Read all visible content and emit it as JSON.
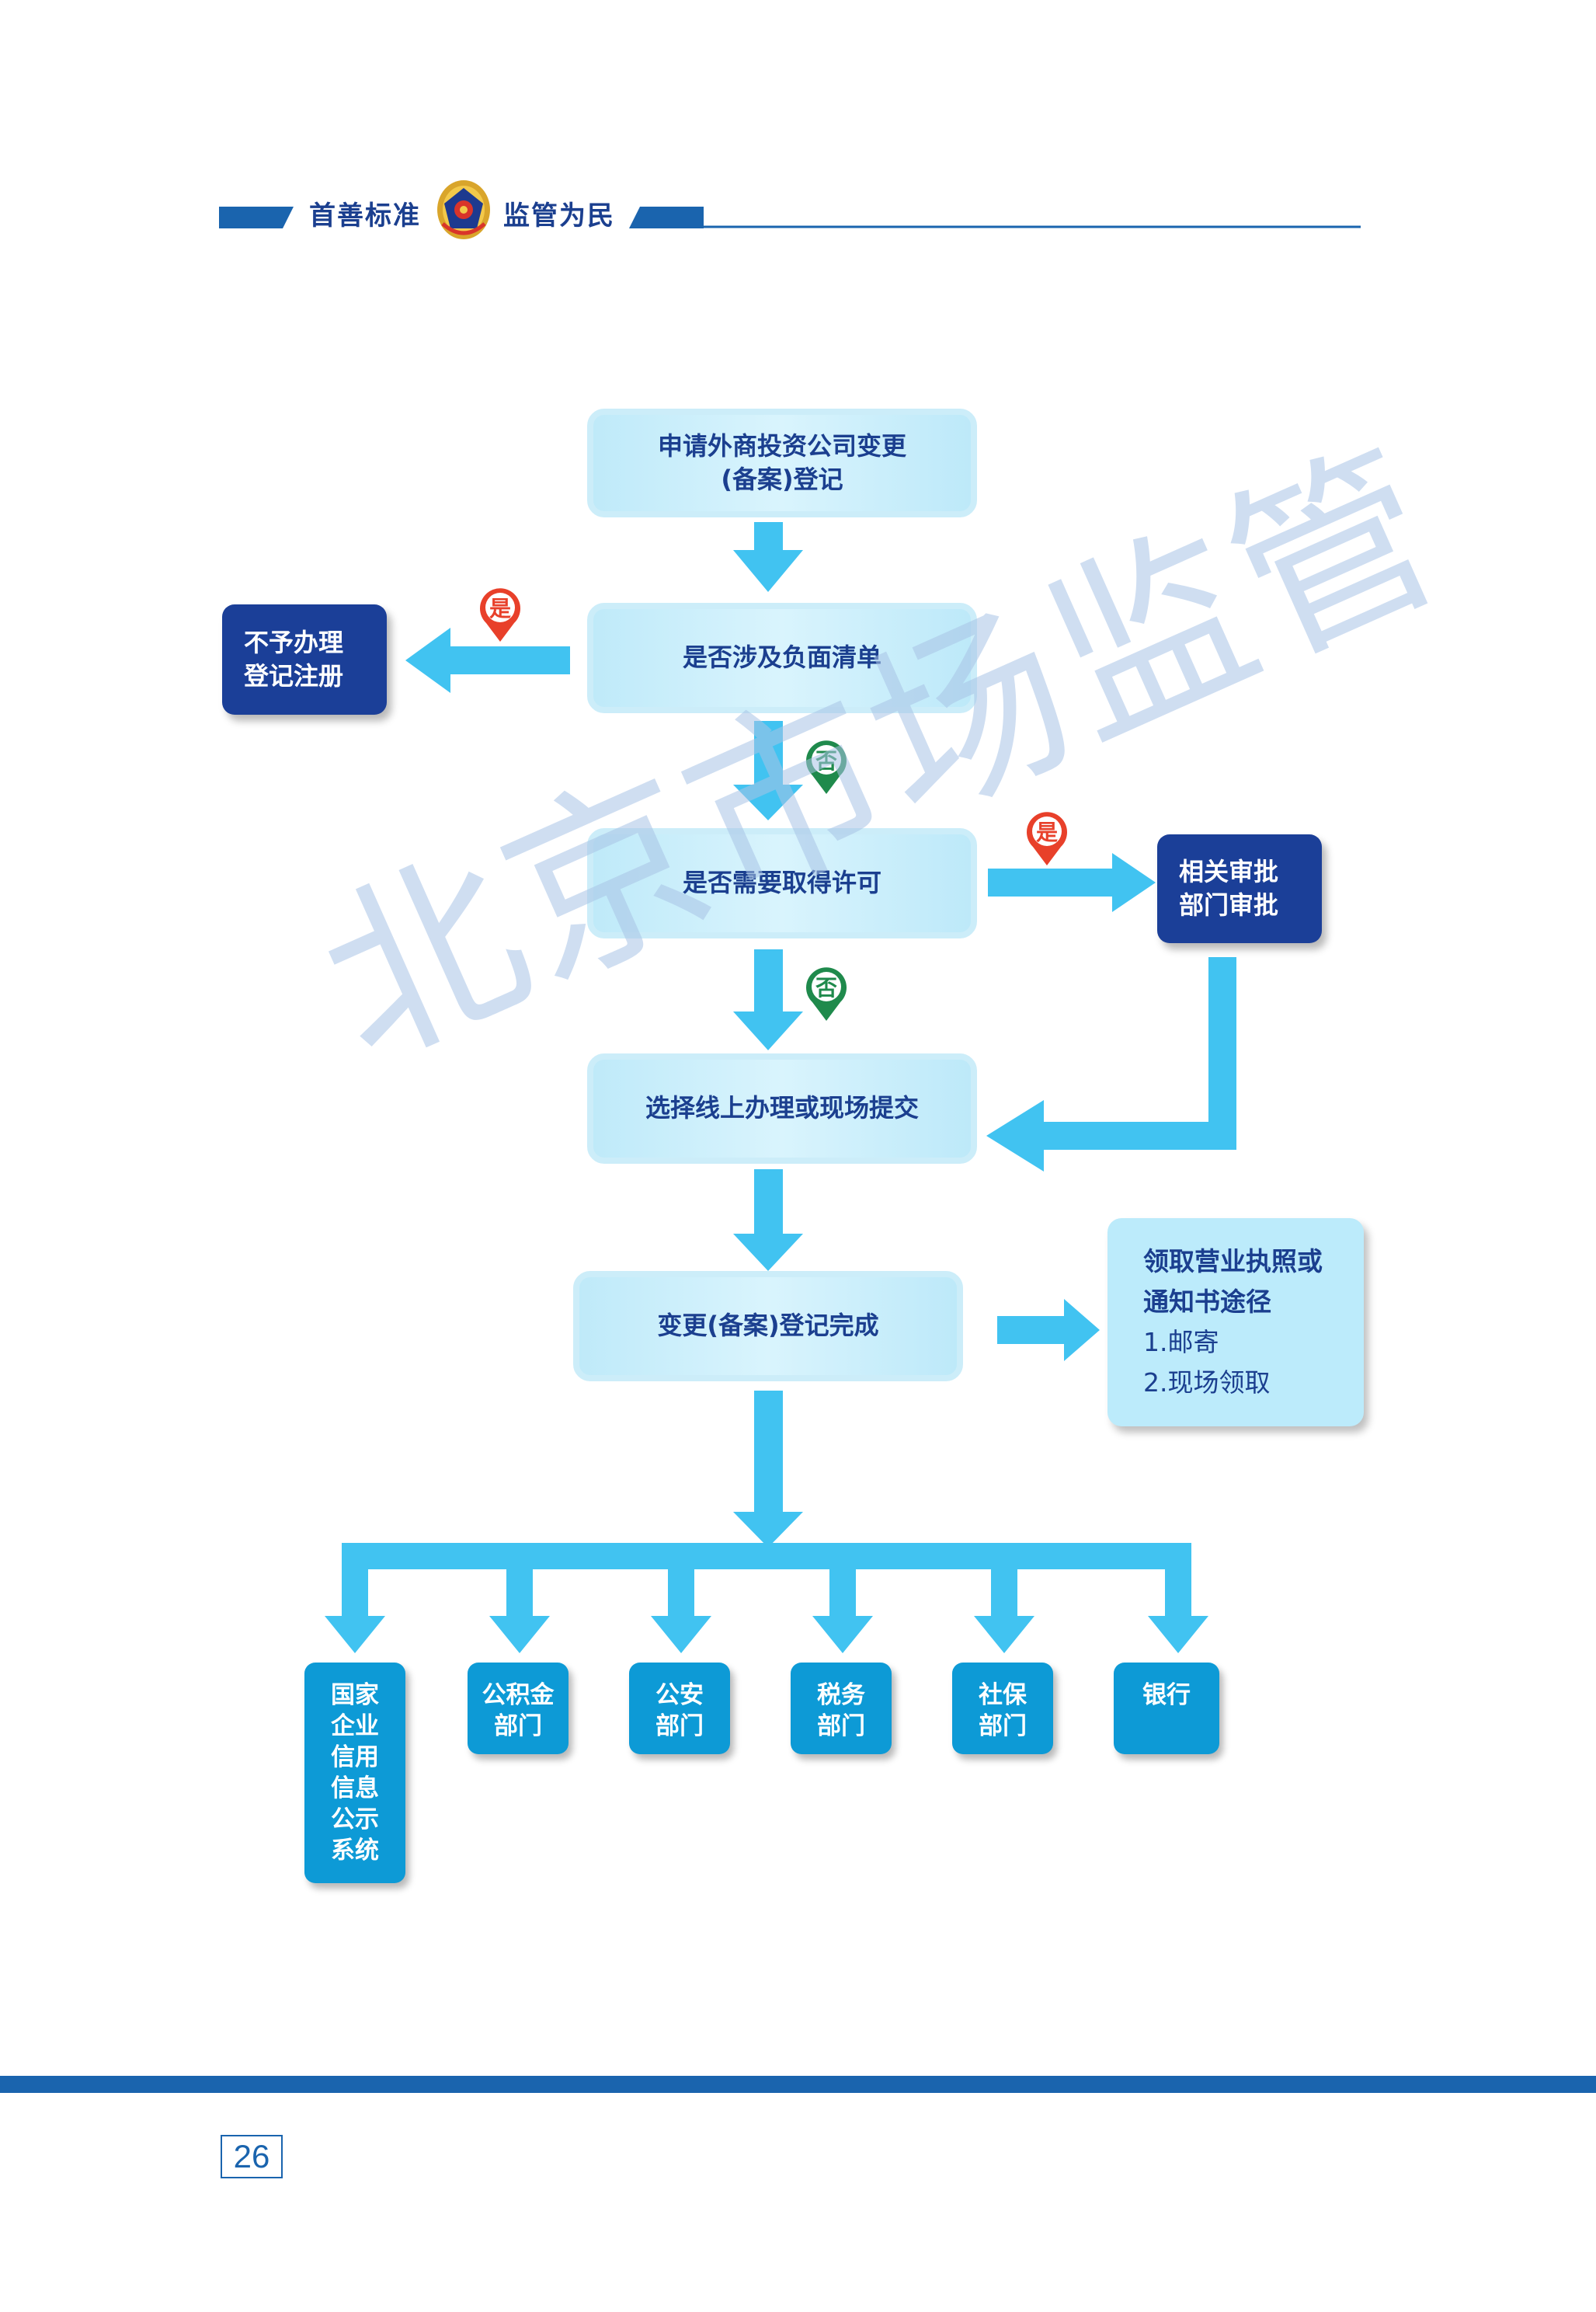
{
  "header": {
    "left_slogan": "首善标准",
    "right_slogan": "监管为民"
  },
  "flow": {
    "apply": "申请外商投资公司变更\n(备案)登记",
    "negative_list": "是否涉及负面清单",
    "reject": "不予办理\n登记注册",
    "permit": "是否需要取得许可",
    "approval": "相关审批\n部门审批",
    "submit": "选择线上办理或现场提交",
    "complete": "变更(备案)登记完成",
    "receive": {
      "title": "领取营业执照或\n通知书途径",
      "options": [
        "1.邮寄",
        "2.现场领取"
      ]
    }
  },
  "markers": {
    "yes": "是",
    "no": "否"
  },
  "departments": [
    "国家\n企业\n信用\n信息\n公示\n系统",
    "公积金\n部门",
    "公安\n部门",
    "税务\n部门",
    "社保\n部门",
    "银行"
  ],
  "watermark": "北京市场监管",
  "page_number": "26",
  "colors": {
    "navy": "#1b3f98",
    "arrow": "#41c3f1",
    "dept": "#0d9ad6",
    "yes_marker": "#e8402a",
    "no_marker": "#1f8a4c",
    "footer_bar": "#1a64ae"
  }
}
